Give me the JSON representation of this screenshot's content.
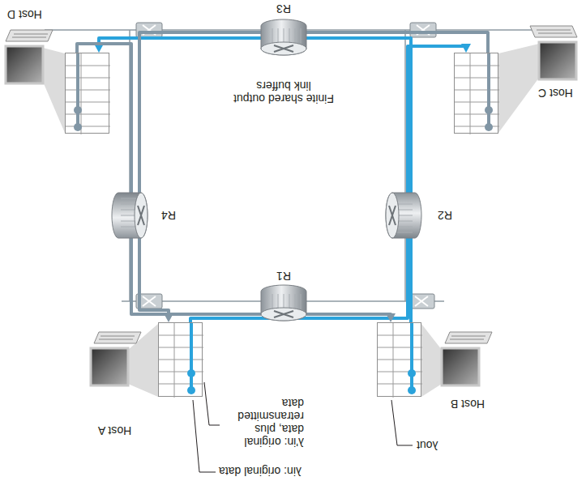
{
  "diagram": {
    "nodes": [
      {
        "text": [
          "Host A"
        ]
      },
      {
        "text": [
          "Host B"
        ]
      },
      {
        "text": [
          "Host C"
        ]
      },
      {
        "text": [
          "Host D"
        ]
      },
      {
        "text": [
          "R1"
        ]
      },
      {
        "text": [
          "R2"
        ]
      },
      {
        "text": [
          "R3"
        ]
      },
      {
        "text": [
          "R4"
        ]
      }
    ],
    "edges": [
      {
        "from": 0,
        "to": 2,
        "arrow": "to"
      },
      {
        "from": 1,
        "to": 3,
        "arrow": "to"
      },
      {
        "from": 2,
        "to": 0,
        "arrow": "to"
      },
      {
        "from": 3,
        "to": 1,
        "arrow": "to"
      }
    ],
    "labels": [
      "Finite shared output link buffers",
      "λin: original data",
      "λ'in: original data, plus retransmitted data",
      "λout"
    ]
  }
}
